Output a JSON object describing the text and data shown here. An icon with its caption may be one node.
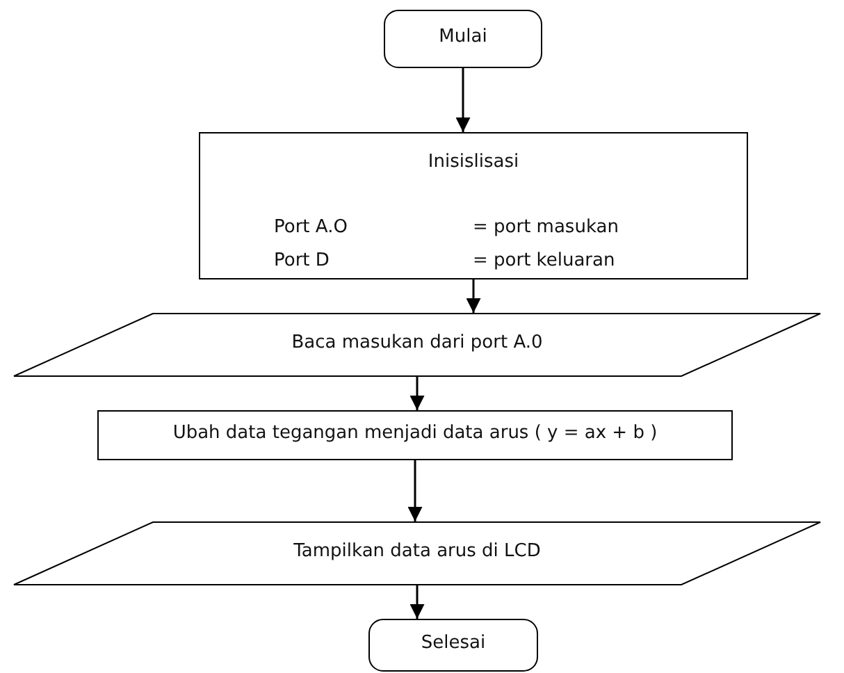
{
  "diagram": {
    "nodes": [
      {
        "text": [
          "Mulai"
        ]
      },
      {
        "text": [
          "Inisislisasi",
          "Port A.O",
          "= port masukan",
          "Port D",
          "= port keluaran"
        ]
      },
      {
        "text": [
          "Baca  masukan dari port A.0"
        ]
      },
      {
        "text": [
          "Ubah data tegangan menjadi data arus ( y = ax + b )"
        ]
      },
      {
        "text": [
          "Tampilkan data arus di LCD"
        ]
      },
      {
        "text": [
          "Selesai"
        ]
      }
    ],
    "edges": [
      {
        "from": 0,
        "to": 1,
        "arrow": "to"
      },
      {
        "from": 1,
        "to": 2,
        "arrow": "to"
      },
      {
        "from": 2,
        "to": 3,
        "arrow": "to"
      },
      {
        "from": 3,
        "to": 4,
        "arrow": "to"
      },
      {
        "from": 4,
        "to": 5,
        "arrow": "to"
      }
    ]
  }
}
